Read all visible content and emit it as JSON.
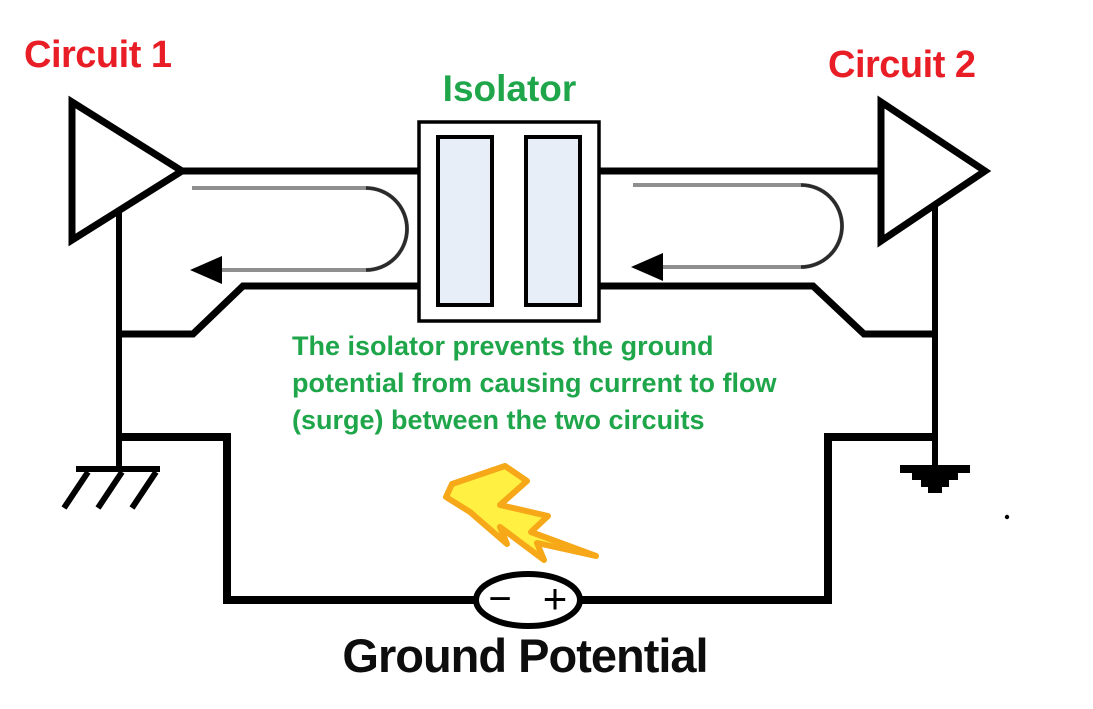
{
  "diagram_title": "Isolator circuit diagram",
  "labels": {
    "circuit1": "Circuit 1",
    "circuit2": "Circuit 2",
    "isolator": "Isolator",
    "ground_potential": "Ground Potential"
  },
  "caption": {
    "line1": "The isolator prevents the ground",
    "line2": "potential from causing current to flow",
    "line3": "(surge) between the two circuits"
  },
  "voltage_source": {
    "minus": "−",
    "plus": "+"
  },
  "icons": {
    "surge": "lightning-bolt-icon",
    "left_ground": "chassis-ground-icon",
    "right_ground": "earth-ground-icon",
    "amplifiers": "triangle-amplifier-symbol",
    "isolator_plates": "capacitor-barrier-plates",
    "current_loops": "return-current-loop-arrows"
  },
  "colors": {
    "background": "#FFFFFF",
    "wire": "#000000",
    "label_red": "#E81D25",
    "label_green": "#1FA64B",
    "plate_fill": "#E8EEF8",
    "loop_gray": "#8F8F8F",
    "bolt_fill": "#FFF042",
    "bolt_outline": "#F6A818"
  }
}
